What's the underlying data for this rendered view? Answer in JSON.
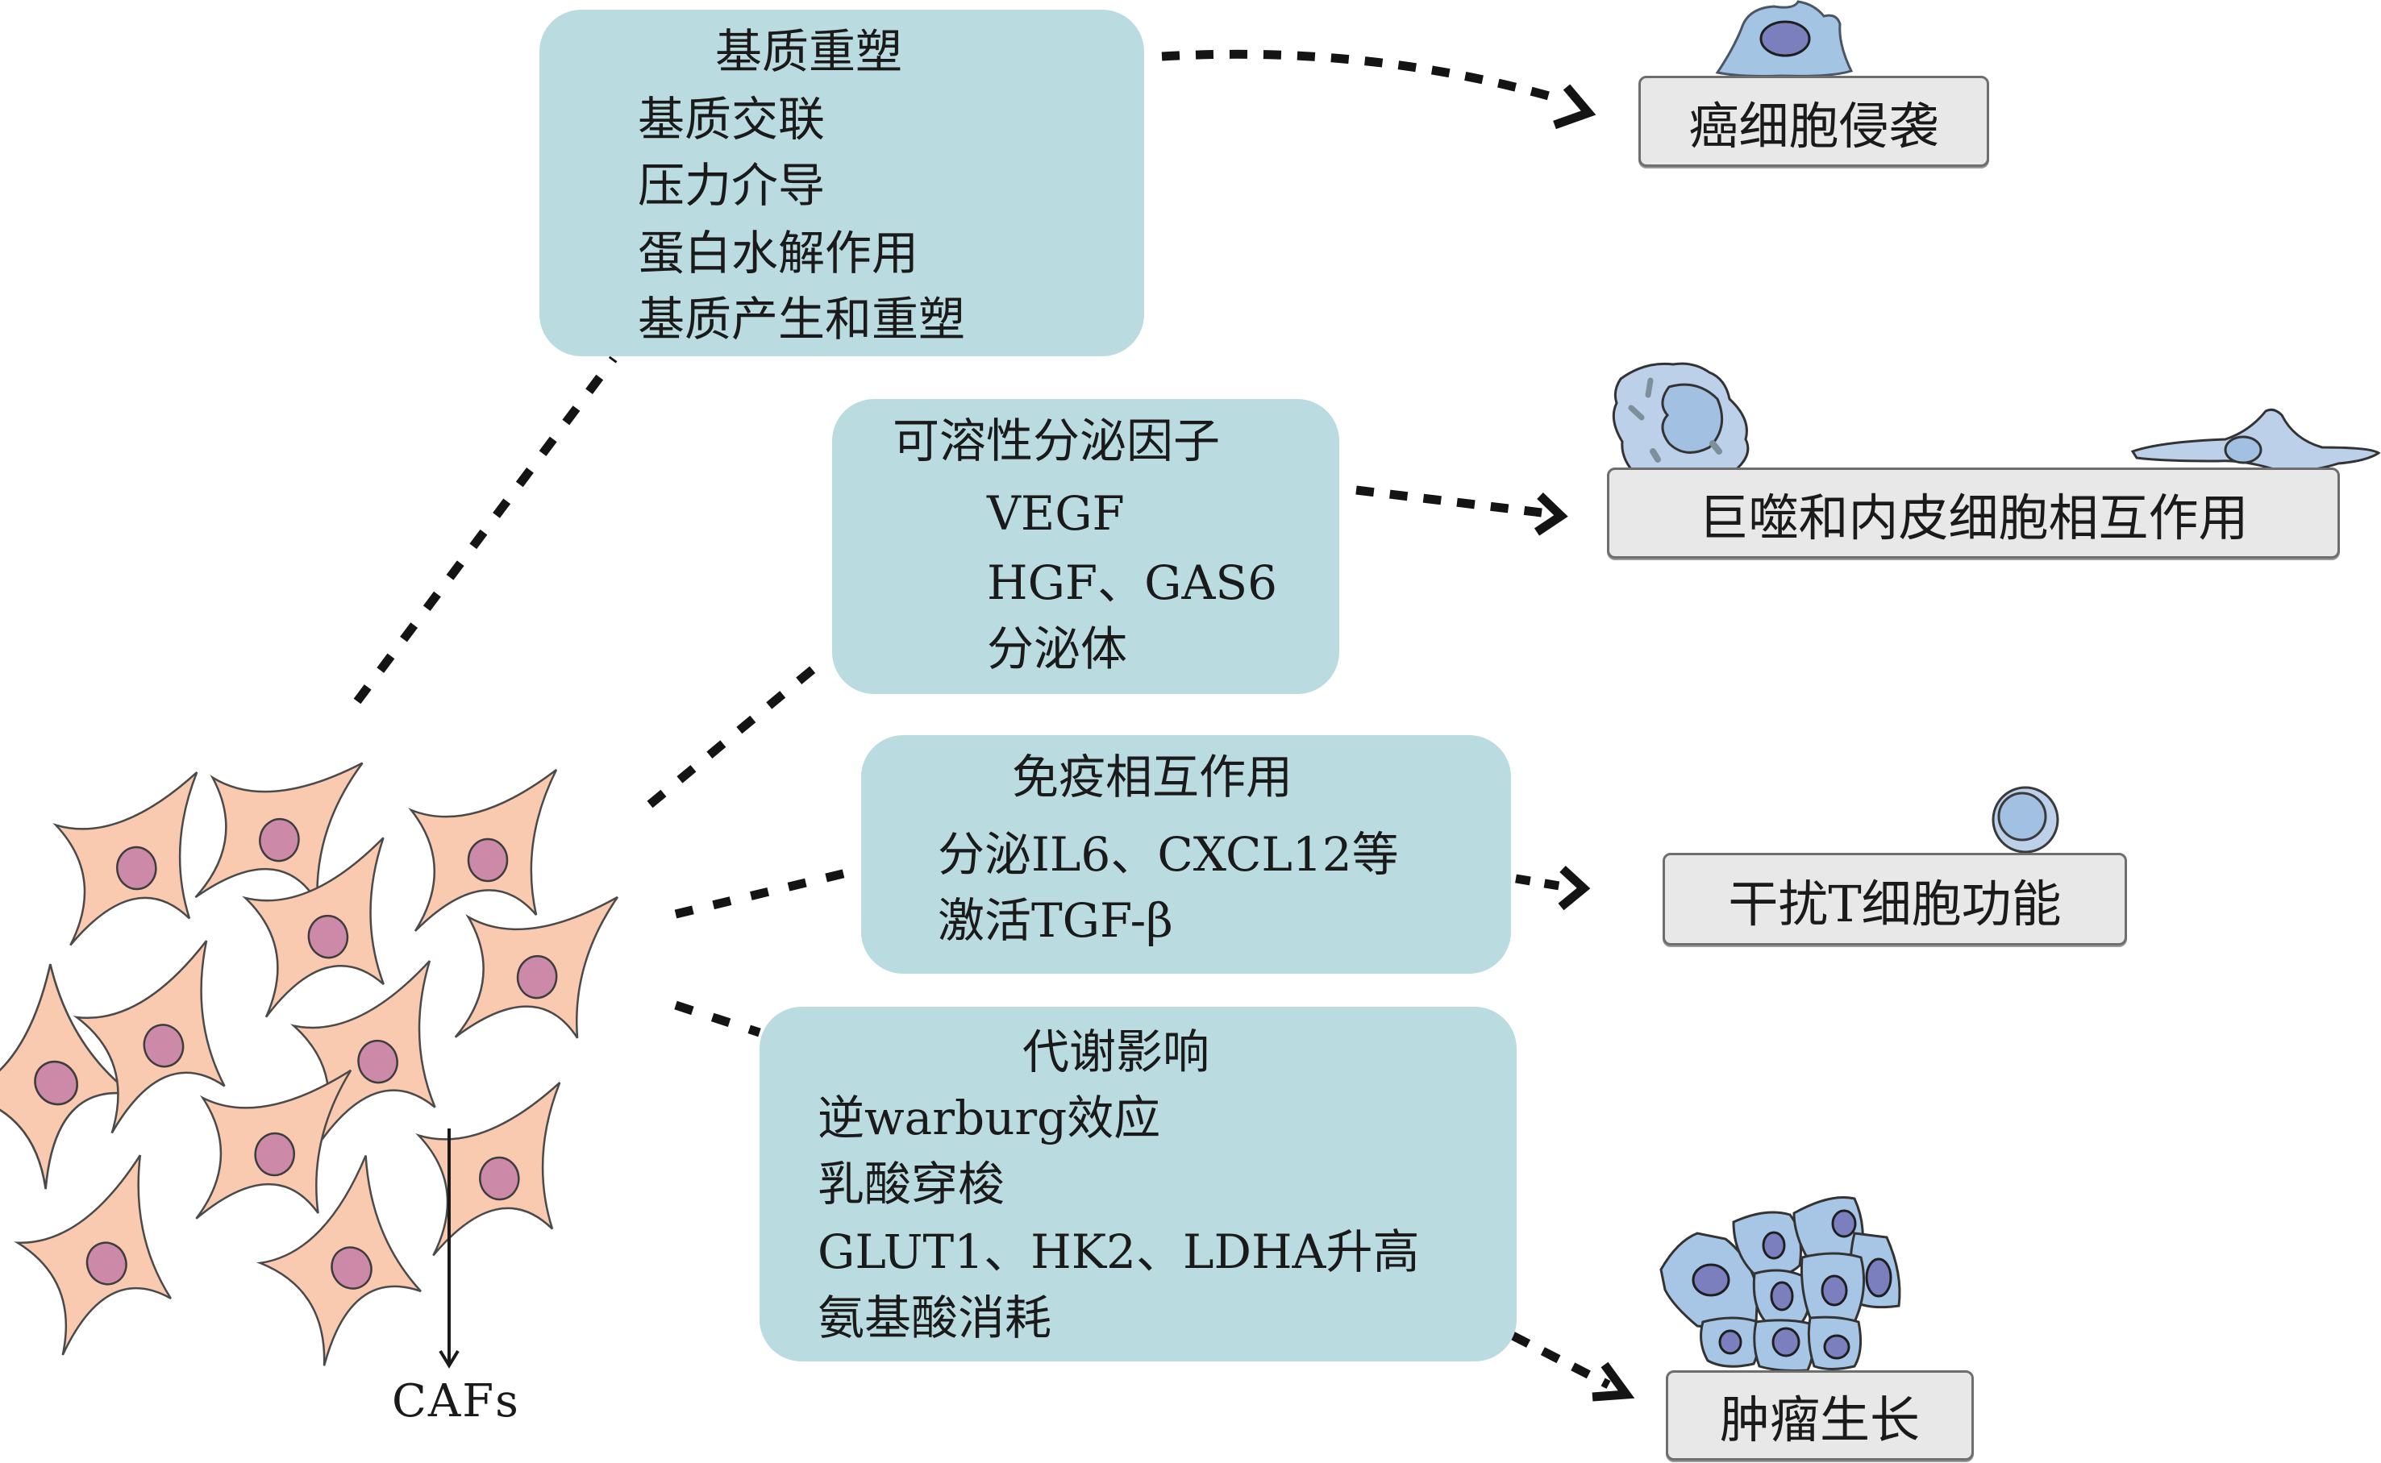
{
  "mechanisms": [
    {
      "id": "matrix-remodeling",
      "title": "基质重塑",
      "items": [
        "基质交联",
        "压力介导",
        "蛋白水解作用",
        "基质产生和重塑"
      ]
    },
    {
      "id": "soluble-factors",
      "title": "可溶性分泌因子",
      "items": [
        "VEGF",
        "HGF、GAS6",
        "分泌体"
      ]
    },
    {
      "id": "immune-interaction",
      "title": "免疫相互作用",
      "items": [
        "分泌IL6、CXCL12等",
        "激活TGF-β"
      ]
    },
    {
      "id": "metabolic-effects",
      "title": "代谢影响",
      "items": [
        "逆warburg效应",
        "乳酸穿梭",
        "GLUT1、HK2、LDHA升高",
        "氨基酸消耗"
      ]
    }
  ],
  "outcomes": [
    {
      "id": "cancer-invasion",
      "label": "癌细胞侵袭",
      "icon": "cancer-cell-icon"
    },
    {
      "id": "macrophage-endothelial",
      "label": "巨噬和内皮细胞相互作用",
      "icon": "macrophage-and-endothelial-cell-icon"
    },
    {
      "id": "t-cell-interference",
      "label": "干扰T细胞功能",
      "icon": "t-cell-icon"
    },
    {
      "id": "tumor-growth",
      "label": "肿瘤生长",
      "icon": "tumor-cluster-icon"
    }
  ],
  "source": {
    "label": "CAFs",
    "icon": "fibroblast-cluster-icon"
  },
  "colors": {
    "mechanism_box": "#badbe0",
    "outcome_box": "#e8e8e8",
    "fibroblast_fill": "#f9c9b0",
    "fibroblast_nucleus": "#cc8aa8",
    "cell_fill": "#a7c6e6",
    "cell_nucleus": "#7c7fbd",
    "immune_fill": "#bcd0ea",
    "immune_nucleus": "#a2c0e2",
    "connector": "#141414"
  }
}
